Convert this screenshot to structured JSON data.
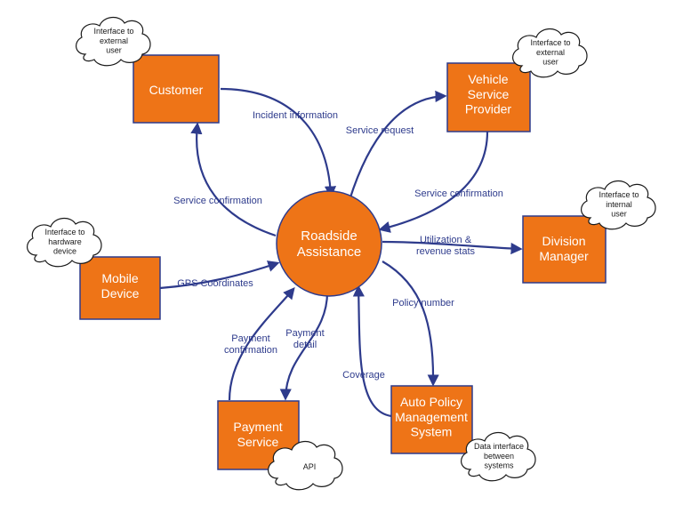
{
  "nodes": {
    "customer": {
      "lines": [
        "Customer"
      ]
    },
    "vehicle_service_provider": {
      "lines": [
        "Vehicle",
        "Service",
        "Provider"
      ]
    },
    "division_manager": {
      "lines": [
        "Division",
        "Manager"
      ]
    },
    "mobile_device": {
      "lines": [
        "Mobile",
        "Device"
      ]
    },
    "payment_service": {
      "lines": [
        "Payment",
        "Service"
      ]
    },
    "auto_policy": {
      "lines": [
        "Auto Policy",
        "Management",
        "System"
      ]
    },
    "roadside": {
      "lines": [
        "Roadside",
        "Assistance"
      ]
    }
  },
  "edges": {
    "incident_information": {
      "lines": [
        "Incident information"
      ]
    },
    "service_confirmation_customer": {
      "lines": [
        "Service confirmation"
      ]
    },
    "service_request": {
      "lines": [
        "Service request"
      ]
    },
    "service_confirmation_vsp": {
      "lines": [
        "Service confirmation"
      ]
    },
    "utilization_revenue": {
      "lines": [
        "Utilization &",
        "revenue stats"
      ]
    },
    "gps_coordinates": {
      "lines": [
        "GPS Coordinates"
      ]
    },
    "payment_confirmation": {
      "lines": [
        "Payment",
        "confirmation"
      ]
    },
    "payment_detail": {
      "lines": [
        "Payment",
        "detail"
      ]
    },
    "policy_number": {
      "lines": [
        "Policy number"
      ]
    },
    "coverage": {
      "lines": [
        "Coverage"
      ]
    }
  },
  "notes": {
    "customer_note": {
      "lines": [
        "Interface to",
        "external",
        "user"
      ]
    },
    "vsp_note": {
      "lines": [
        "Interface to",
        "external",
        "user"
      ]
    },
    "division_note": {
      "lines": [
        "Interface to",
        "internal",
        "user"
      ]
    },
    "mobile_note": {
      "lines": [
        "Interface to",
        "hardware",
        "device"
      ]
    },
    "payment_note": {
      "lines": [
        "API"
      ]
    },
    "auto_policy_note": {
      "lines": [
        "Data interface",
        "between",
        "systems"
      ]
    }
  },
  "colors": {
    "node_fill": "#EE7417",
    "edge_color": "#2E3B8C",
    "node_text": "#ffffff"
  }
}
